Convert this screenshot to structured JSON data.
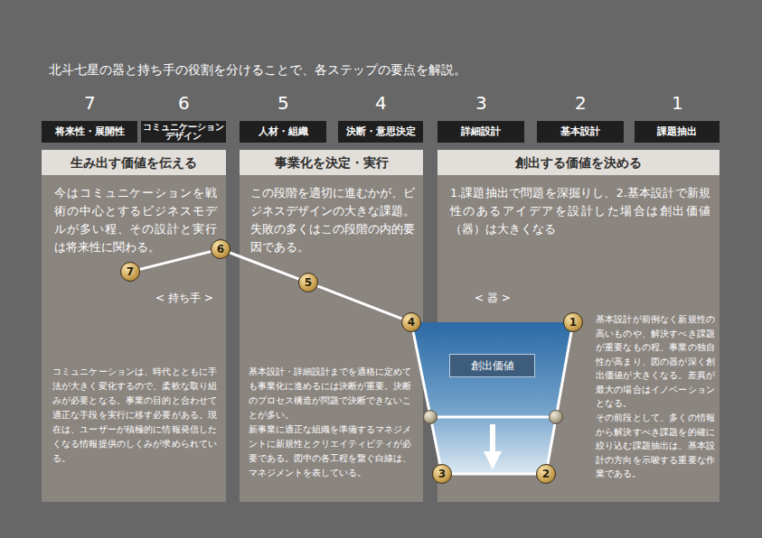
{
  "diagram": {
    "title": "北斗七星の器と持ち手の役割を分けることで、各ステップの要点を解説。",
    "nodes": [
      {
        "text": [
          "将来性・展開性"
        ]
      },
      {
        "text": [
          "コミュニケーションデザイン"
        ]
      },
      {
        "text": [
          "人材・組織"
        ]
      },
      {
        "text": [
          "決断・意思決定"
        ]
      },
      {
        "text": [
          "詳細設計"
        ]
      },
      {
        "text": [
          "基本設計"
        ]
      },
      {
        "text": [
          "課題抽出"
        ]
      },
      {
        "text": [
          "生み出す価値を伝える",
          "今はコミュニケーションを戦術の中心とするビジネスモデルが多い程、その設計と実行は将来性に関わる。",
          "コミュニケーションは、時代とともに手法が大きく変化するので、柔軟な取り組みが必要となる。事業の目的と合わせて適正な手段を実行に移す必要がある。現在は、ユーザーが積極的に情報発信したくなる情報提供のしくみが求められている。"
        ]
      },
      {
        "text": [
          "事業化を決定・実行",
          "この段階を適切に進むかが、ビジネスデザインの大きな課題。失敗の多くはこの段階の内的要因である。",
          "基本設計・詳細設計までを適格に定めても事業化に進めるには決断が重要。決断のプロセス構造が問題で決断できないことが多い。",
          "新事業に適正な組織を準備するマネジメントに新規性とクリエイティビティが必要である。図中の各工程を繋ぐ白線は、マネジメントを表している。"
        ]
      },
      {
        "text": [
          "創出する価値を決める",
          "1.課題抽出で問題を深掘りし、2.基本設計で新規性のあるアイデアを設計した場合は創出価値（器）は大きくなる",
          "基本設計が前例なく新規性の高いものや、解決すべき課題が重要なもの程、事業の独自性が高まり、図の器が深く創出価値が大きくなる。差異が最大の場合はイノベーションとなる。",
          "その前段として、多くの情報から解決すべき課題を的確に絞り込む課題抽出は、基本設計の方向を示唆する重要な作業である。"
        ]
      },
      {
        "text": [
          "創出価値"
        ],
        "in": 9
      },
      {
        "text": [
          "7"
        ]
      },
      {
        "text": [
          "6"
        ]
      },
      {
        "text": [
          "5"
        ]
      },
      {
        "text": [
          "4"
        ]
      },
      {
        "text": [
          "3"
        ]
      },
      {
        "text": [
          "2"
        ]
      },
      {
        "text": [
          "1"
        ]
      }
    ],
    "edges": [
      {
        "from": 11,
        "to": 12,
        "arrow": "none"
      },
      {
        "from": 12,
        "to": 13,
        "arrow": "none"
      },
      {
        "from": 13,
        "to": 14,
        "arrow": "none"
      },
      {
        "from": 14,
        "to": 15,
        "arrow": "none"
      },
      {
        "from": 15,
        "to": 16,
        "arrow": "none"
      },
      {
        "from": 16,
        "to": 17,
        "arrow": "none"
      }
    ],
    "labels": [
      "7",
      "6",
      "5",
      "4",
      "3",
      "2",
      "1",
      "< 持ち手 >",
      "< 器 >"
    ]
  }
}
